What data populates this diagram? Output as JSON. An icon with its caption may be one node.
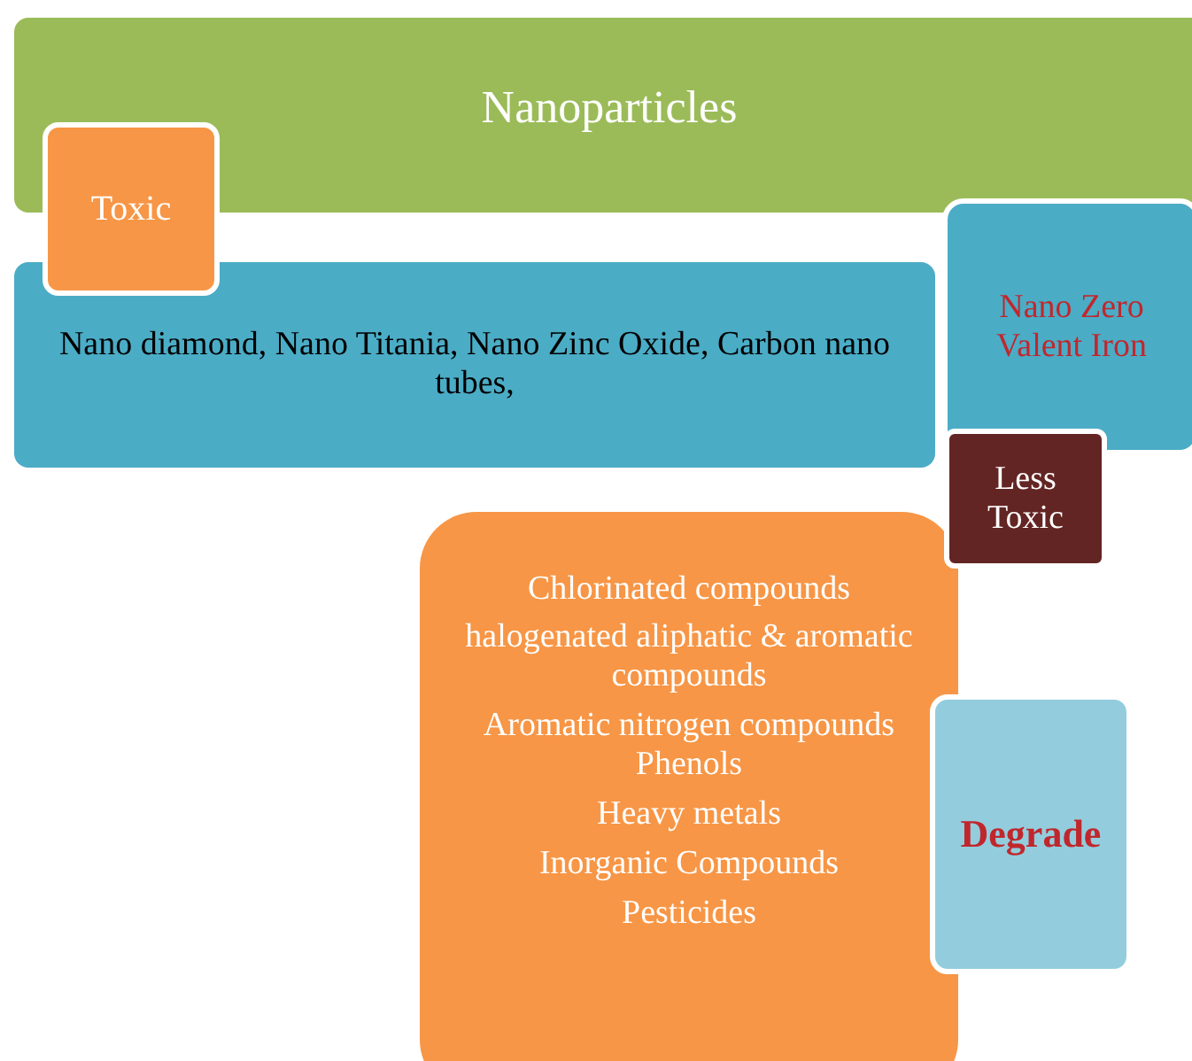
{
  "diagram": {
    "nodes": [
      {
        "text": [
          "Nanoparticles"
        ]
      },
      {
        "text": [
          "Toxic"
        ]
      },
      {
        "text": [
          "Nano diamond, Nano Titania, Nano Zinc Oxide, Carbon nano tubes,"
        ]
      },
      {
        "text": [
          "Nano Zero Valent Iron"
        ]
      },
      {
        "text": [
          "Less Toxic"
        ]
      },
      {
        "text": [
          "Chlorinated compounds",
          "halogenated aliphatic & aromatic compounds",
          "Aromatic nitrogen compounds Phenols",
          "Heavy metals",
          "Inorganic Compounds",
          "Pesticides"
        ]
      },
      {
        "text": [
          "Degrade"
        ]
      }
    ]
  }
}
